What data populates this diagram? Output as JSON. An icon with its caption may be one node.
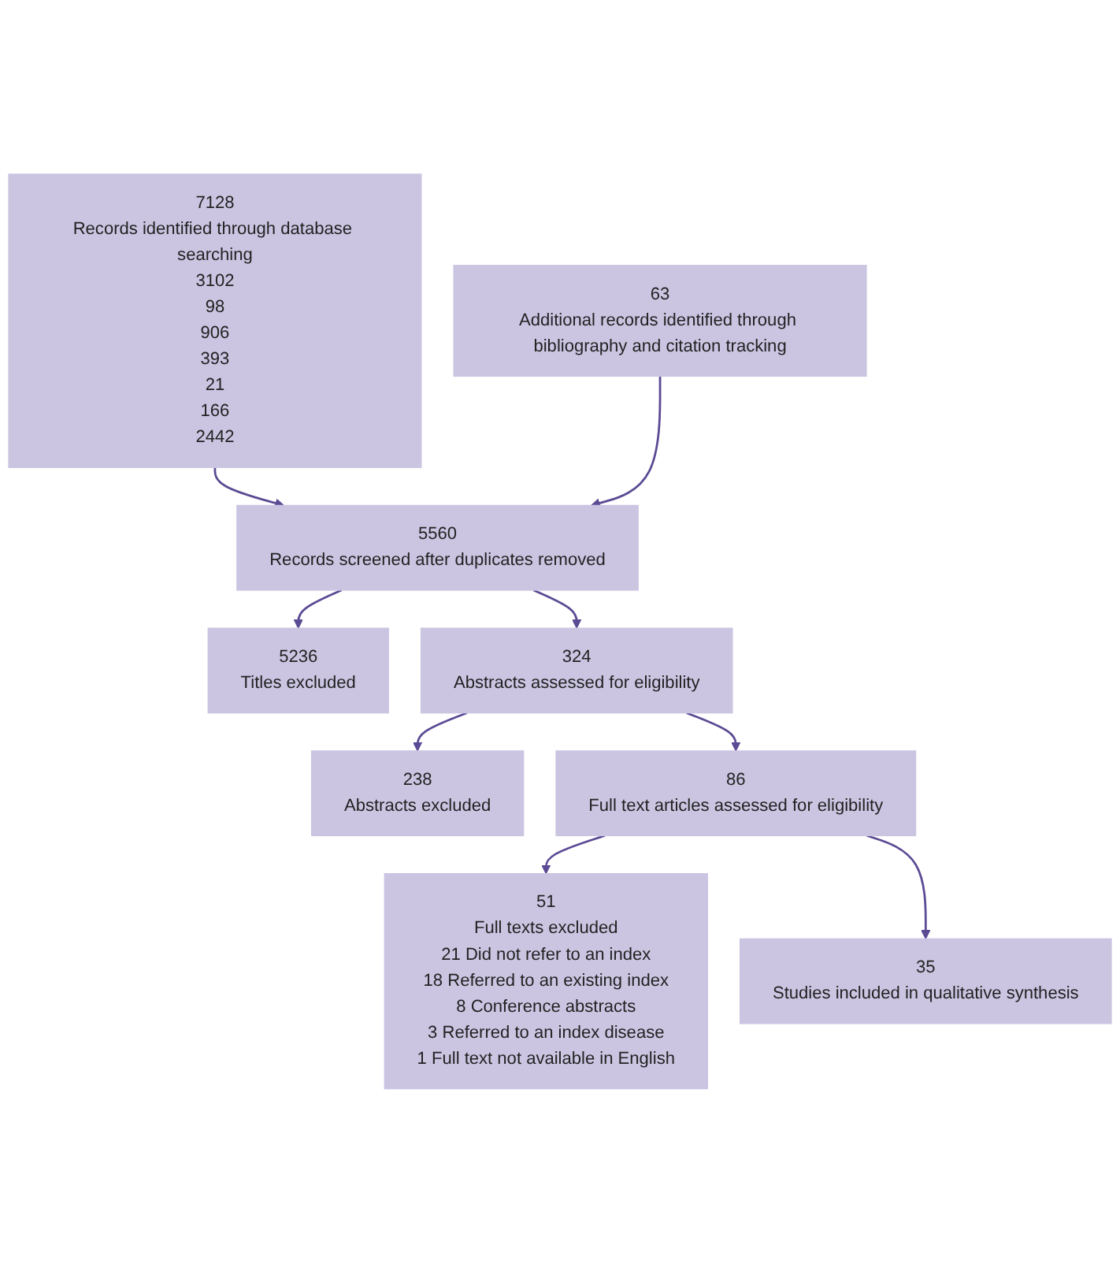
{
  "diagram": {
    "nodes": [
      {
        "text": [
          "7128",
          "Records identified through database searching",
          "3102",
          "98",
          "906",
          "393",
          "21",
          "166",
          "2442"
        ]
      },
      {
        "text": [
          "63",
          "Additional records identified through bibliography and citation tracking"
        ]
      },
      {
        "text": [
          "5560",
          "Records screened after duplicates removed"
        ]
      },
      {
        "text": [
          "5236",
          "Titles excluded"
        ]
      },
      {
        "text": [
          "324",
          "Abstracts assessed for eligibility"
        ]
      },
      {
        "text": [
          "238",
          "Abstracts excluded"
        ]
      },
      {
        "text": [
          "86",
          "Full text articles assessed for eligibility"
        ]
      },
      {
        "text": [
          "51",
          "Full texts excluded",
          "21 Did not refer to an index",
          "18 Referred to an existing index",
          "8 Conference abstracts",
          "3 Referred to an index disease",
          "1 Full text not available in English"
        ]
      },
      {
        "text": [
          "35",
          "Studies included in qualitative synthesis"
        ]
      }
    ],
    "edges": [
      {
        "from": 0,
        "to": 2,
        "arrow": "to"
      },
      {
        "from": 1,
        "to": 2,
        "arrow": "to"
      },
      {
        "from": 2,
        "to": 3,
        "arrow": "to"
      },
      {
        "from": 2,
        "to": 4,
        "arrow": "to"
      },
      {
        "from": 4,
        "to": 5,
        "arrow": "to"
      },
      {
        "from": 4,
        "to": 6,
        "arrow": "to"
      },
      {
        "from": 6,
        "to": 7,
        "arrow": "to"
      },
      {
        "from": 6,
        "to": 8,
        "arrow": "to"
      }
    ]
  }
}
